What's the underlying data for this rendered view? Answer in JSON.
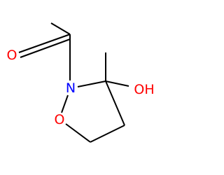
{
  "molecule": {
    "atoms": {
      "carbonyl_oxygen": {
        "label": "O",
        "color": "#ff0000"
      },
      "ring_nitrogen": {
        "label": "N",
        "color": "#0000ff"
      },
      "ring_oxygen": {
        "label": "O",
        "color": "#ff0000"
      },
      "hydroxyl": {
        "label": "OH",
        "color": "#ff0000"
      }
    },
    "bond_color": "#000000"
  }
}
